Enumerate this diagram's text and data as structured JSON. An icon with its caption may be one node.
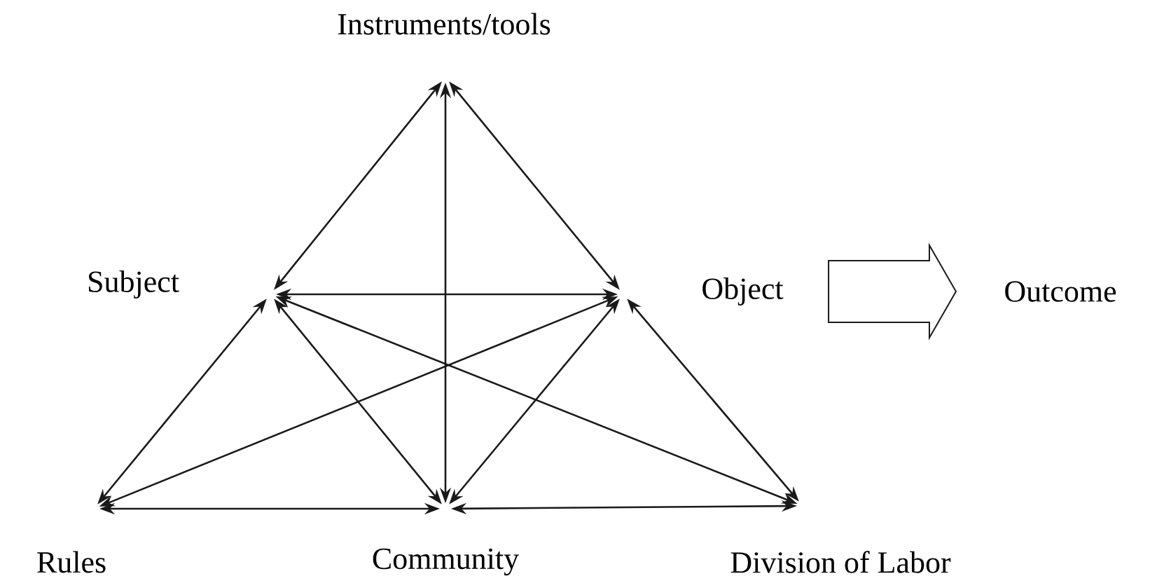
{
  "diagram": {
    "nodes": [
      {
        "text": [
          "Instruments/tools"
        ]
      },
      {
        "text": [
          "Subject"
        ]
      },
      {
        "text": [
          "Object"
        ]
      },
      {
        "text": [
          "Outcome"
        ]
      },
      {
        "text": [
          "Rules"
        ]
      },
      {
        "text": [
          "Community"
        ]
      },
      {
        "text": [
          "Division of Labor"
        ]
      }
    ],
    "edges": [
      {
        "from": 0,
        "to": 1,
        "arrow": "both"
      },
      {
        "from": 0,
        "to": 2,
        "arrow": "both"
      },
      {
        "from": 0,
        "to": 5,
        "arrow": "both"
      },
      {
        "from": 1,
        "to": 2,
        "arrow": "both"
      },
      {
        "from": 1,
        "to": 4,
        "arrow": "both"
      },
      {
        "from": 1,
        "to": 5,
        "arrow": "both"
      },
      {
        "from": 1,
        "to": 6,
        "arrow": "both"
      },
      {
        "from": 2,
        "to": 4,
        "arrow": "both"
      },
      {
        "from": 2,
        "to": 5,
        "arrow": "both"
      },
      {
        "from": 2,
        "to": 6,
        "arrow": "both"
      },
      {
        "from": 4,
        "to": 5,
        "arrow": "both"
      },
      {
        "from": 5,
        "to": 6,
        "arrow": "both"
      },
      {
        "from": 2,
        "to": 3,
        "arrow": "to"
      }
    ]
  }
}
